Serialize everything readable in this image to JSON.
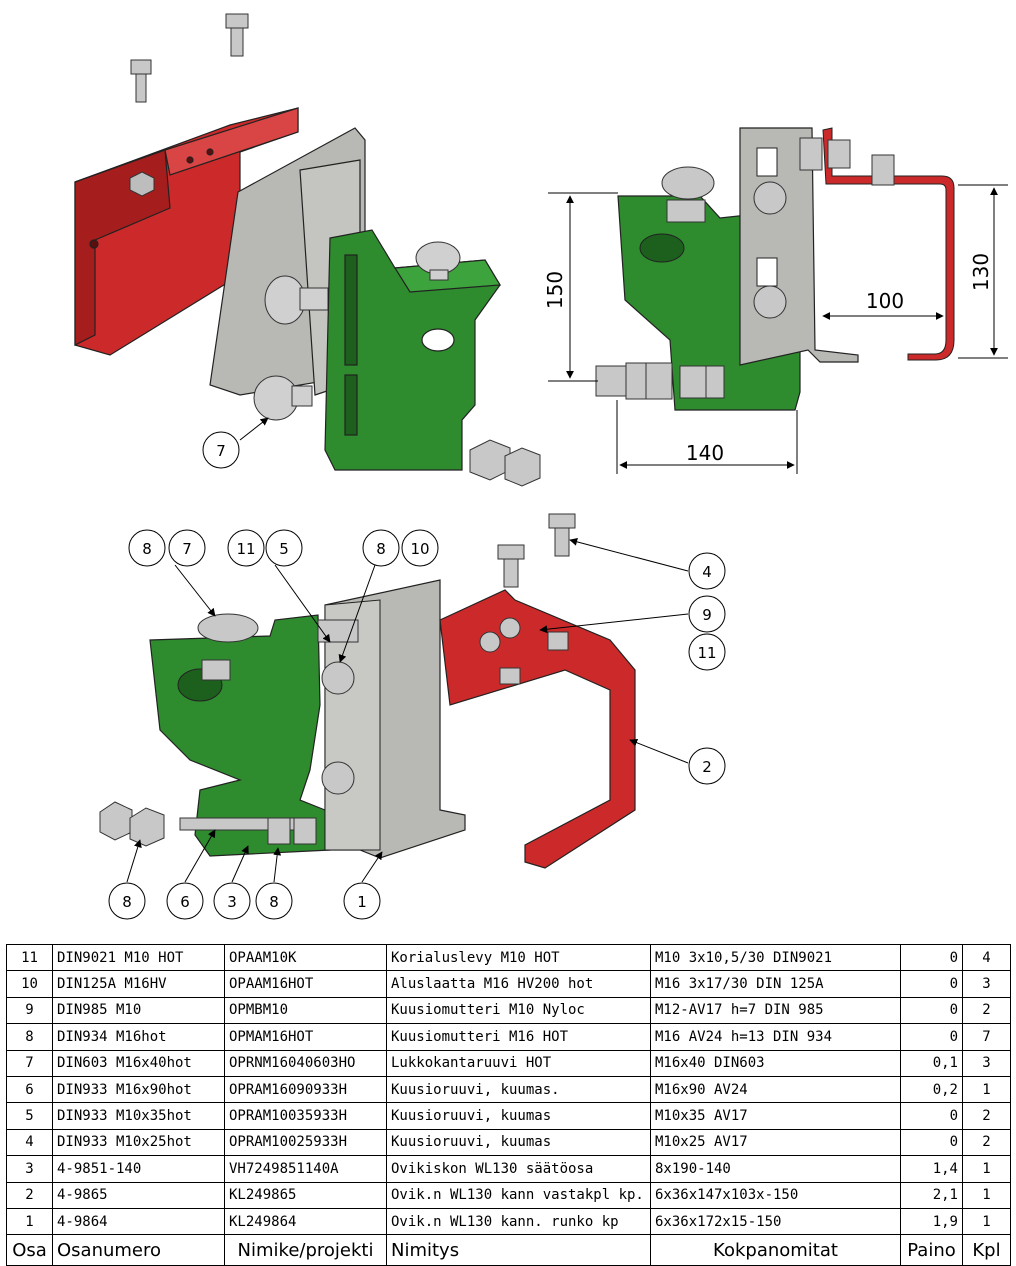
{
  "callouts": {
    "top_left": [
      "7"
    ],
    "bottom": [
      "8",
      "7",
      "11",
      "5",
      "8",
      "10",
      "4",
      "9",
      "11",
      "2",
      "8",
      "6",
      "3",
      "8",
      "1"
    ]
  },
  "dimensions": {
    "height_left": "150",
    "height_right": "130",
    "width_inner": "100",
    "width_bottom": "140"
  },
  "colors": {
    "red_bracket": "#cc2a2a",
    "green_bracket": "#2e8b2e",
    "grey_plate": "#b8b8b4",
    "hardware": "#c8c8c8"
  },
  "bom": {
    "headers": [
      "Osa",
      "Osanumero",
      "Nimike/projekti",
      "Nimitys",
      "Kokpanomitat",
      "Paino",
      "Kpl"
    ],
    "rows": [
      [
        "11",
        "DIN9021 M10 HOT",
        "OPAAM10K",
        "Korialuslevy M10 HOT",
        "M10 3x10,5/30 DIN9021",
        "0",
        "4"
      ],
      [
        "10",
        "DIN125A M16HV",
        "OPAAM16HOT",
        "Aluslaatta M16 HV200 hot",
        "M16 3x17/30 DIN 125A",
        "0",
        "3"
      ],
      [
        "9",
        "DIN985 M10",
        "OPMBM10",
        "Kuusiomutteri M10 Nyloc",
        "M12-AV17 h=7 DIN 985",
        "0",
        "2"
      ],
      [
        "8",
        "DIN934 M16hot",
        "OPMAM16HOT",
        "Kuusiomutteri M16 HOT",
        "M16 AV24 h=13 DIN 934",
        "0",
        "7"
      ],
      [
        "7",
        "DIN603 M16x40hot",
        "OPRNM16040603HO",
        "Lukkokantaruuvi HOT",
        "M16x40 DIN603",
        "0,1",
        "3"
      ],
      [
        "6",
        "DIN933 M16x90hot",
        "OPRAM16090933H",
        "Kuusioruuvi, kuumas.",
        "M16x90 AV24",
        "0,2",
        "1"
      ],
      [
        "5",
        "DIN933 M10x35hot",
        "OPRAM10035933H",
        "Kuusioruuvi, kuumas",
        "M10x35 AV17",
        "0",
        "2"
      ],
      [
        "4",
        "DIN933 M10x25hot",
        "OPRAM10025933H",
        "Kuusioruuvi, kuumas",
        "M10x25 AV17",
        "0",
        "2"
      ],
      [
        "3",
        "4-9851-140",
        "VH7249851140A",
        "Ovikiskon WL130 säätöosa",
        "8x190-140",
        "1,4",
        "1"
      ],
      [
        "2",
        "4-9865",
        "KL249865",
        "Ovik.n WL130 kann vastakpl kp.",
        "6x36x147x103x-150",
        "2,1",
        "1"
      ],
      [
        "1",
        "4-9864",
        "KL249864",
        "Ovik.n WL130 kann. runko kp",
        "6x36x172x15-150",
        "1,9",
        "1"
      ]
    ]
  }
}
